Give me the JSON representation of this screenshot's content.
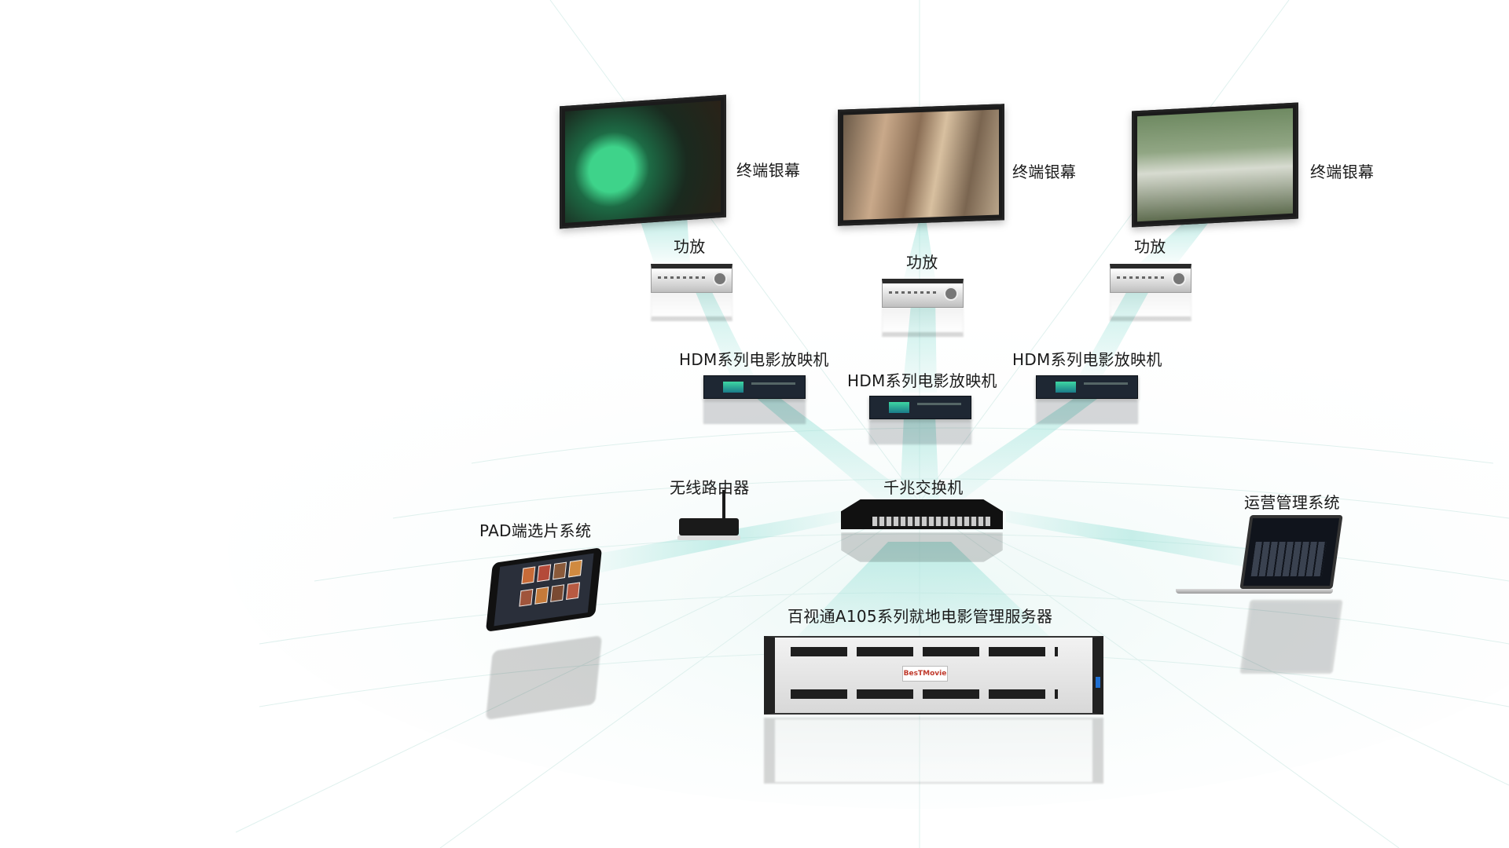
{
  "colors": {
    "beam": "#7fd6cc",
    "grid": "#cfe9e5",
    "text": "#1a1a1a"
  },
  "labels": {
    "screen_1": "终端银幕",
    "screen_2": "终端银幕",
    "screen_3": "终端银幕",
    "amp_1": "功放",
    "amp_2": "功放",
    "amp_3": "功放",
    "projector_1": "HDM系列电影放映机",
    "projector_2": "HDM系列电影放映机",
    "projector_3": "HDM系列电影放映机",
    "router": "无线路由器",
    "switch": "千兆交换机",
    "pad": "PAD端选片系统",
    "ops": "运营管理系统",
    "server": "百视通A105系列就地电影管理服务器"
  },
  "icons": {
    "screen": "tv-screen-icon",
    "amp": "amplifier-icon",
    "projector": "projector-icon",
    "router": "router-icon",
    "switch": "switch-icon",
    "pad": "tablet-icon",
    "ops": "laptop-icon",
    "server": "server-icon"
  },
  "server_logo": "BesTMovie"
}
